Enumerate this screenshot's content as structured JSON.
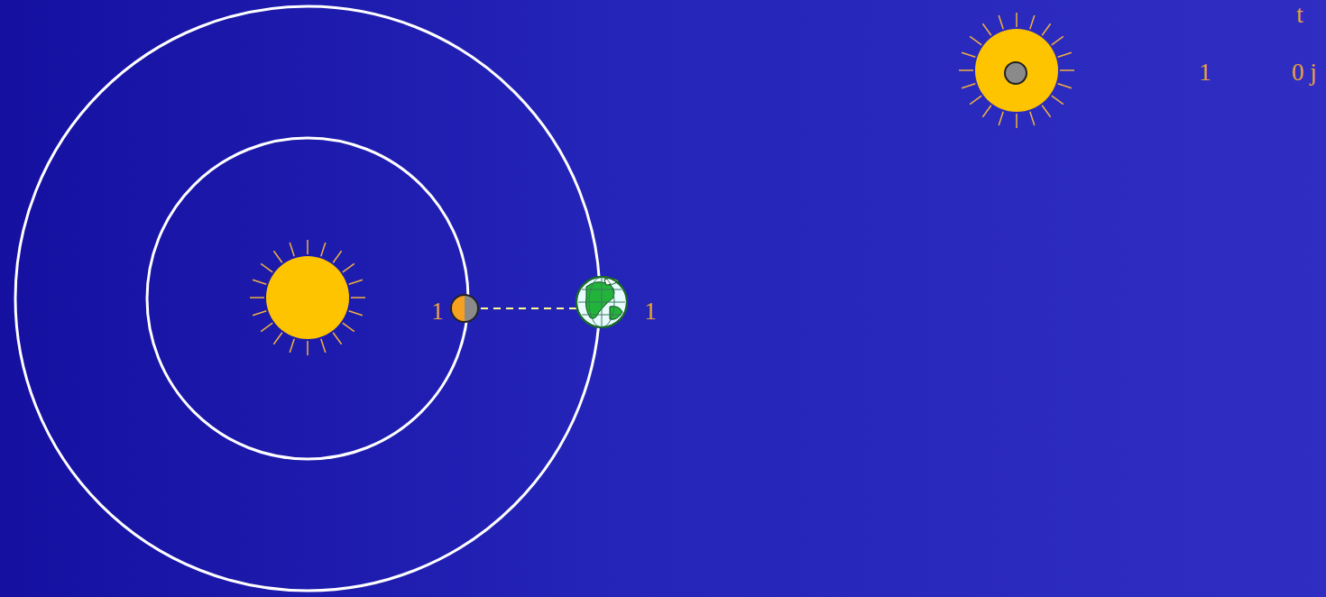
{
  "diagram": {
    "labels": [
      "1",
      "1",
      "1",
      "0 j",
      "t"
    ]
  }
}
